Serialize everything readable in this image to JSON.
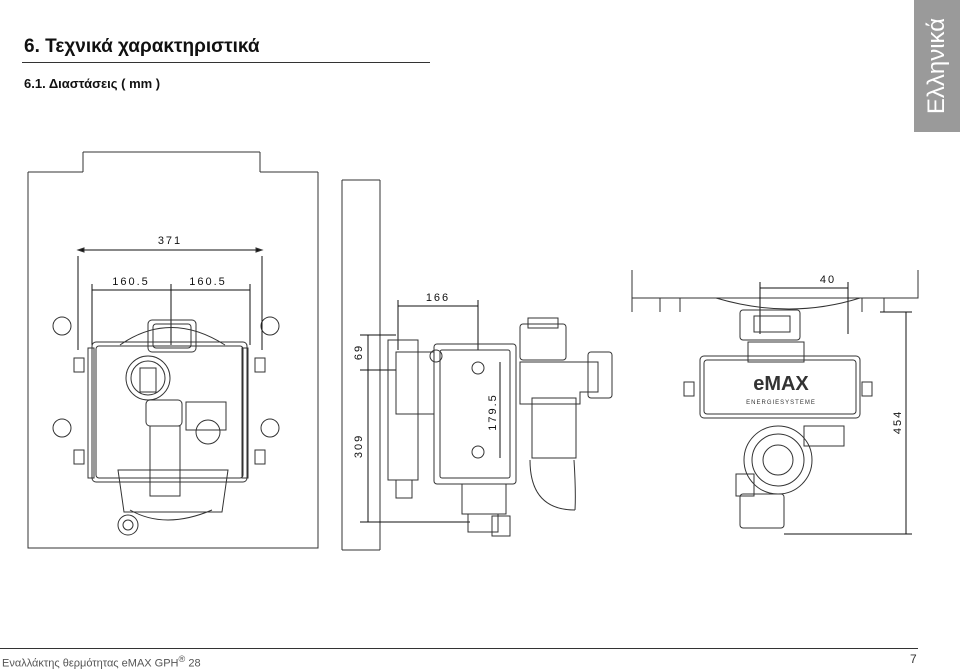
{
  "header": {
    "title": "6. Τεχνικά χαρακτηριστικά",
    "subtitle": "6.1. Διαστάσεις ( mm )"
  },
  "language_tab": {
    "label": "Ελληνικά"
  },
  "dimensions": {
    "overall_width": "371",
    "half_left": "160.5",
    "half_right": "160.5",
    "depth": "166",
    "top_offset": "40",
    "upper_height": "69",
    "lower_height": "309",
    "mid_height": "179.5",
    "total_height": "454"
  },
  "product_logo": {
    "brand": "eMAX",
    "tagline": "ENERGIESYSTEME"
  },
  "footer": {
    "product_text": "Εναλλάκτης θερμότητας eMAX GPH",
    "registered_mark": "®",
    "model_suffix": " 28",
    "page_number": "7"
  },
  "colors": {
    "tab": "#9a9a9a",
    "ink": "#222222",
    "line": "#333333"
  }
}
